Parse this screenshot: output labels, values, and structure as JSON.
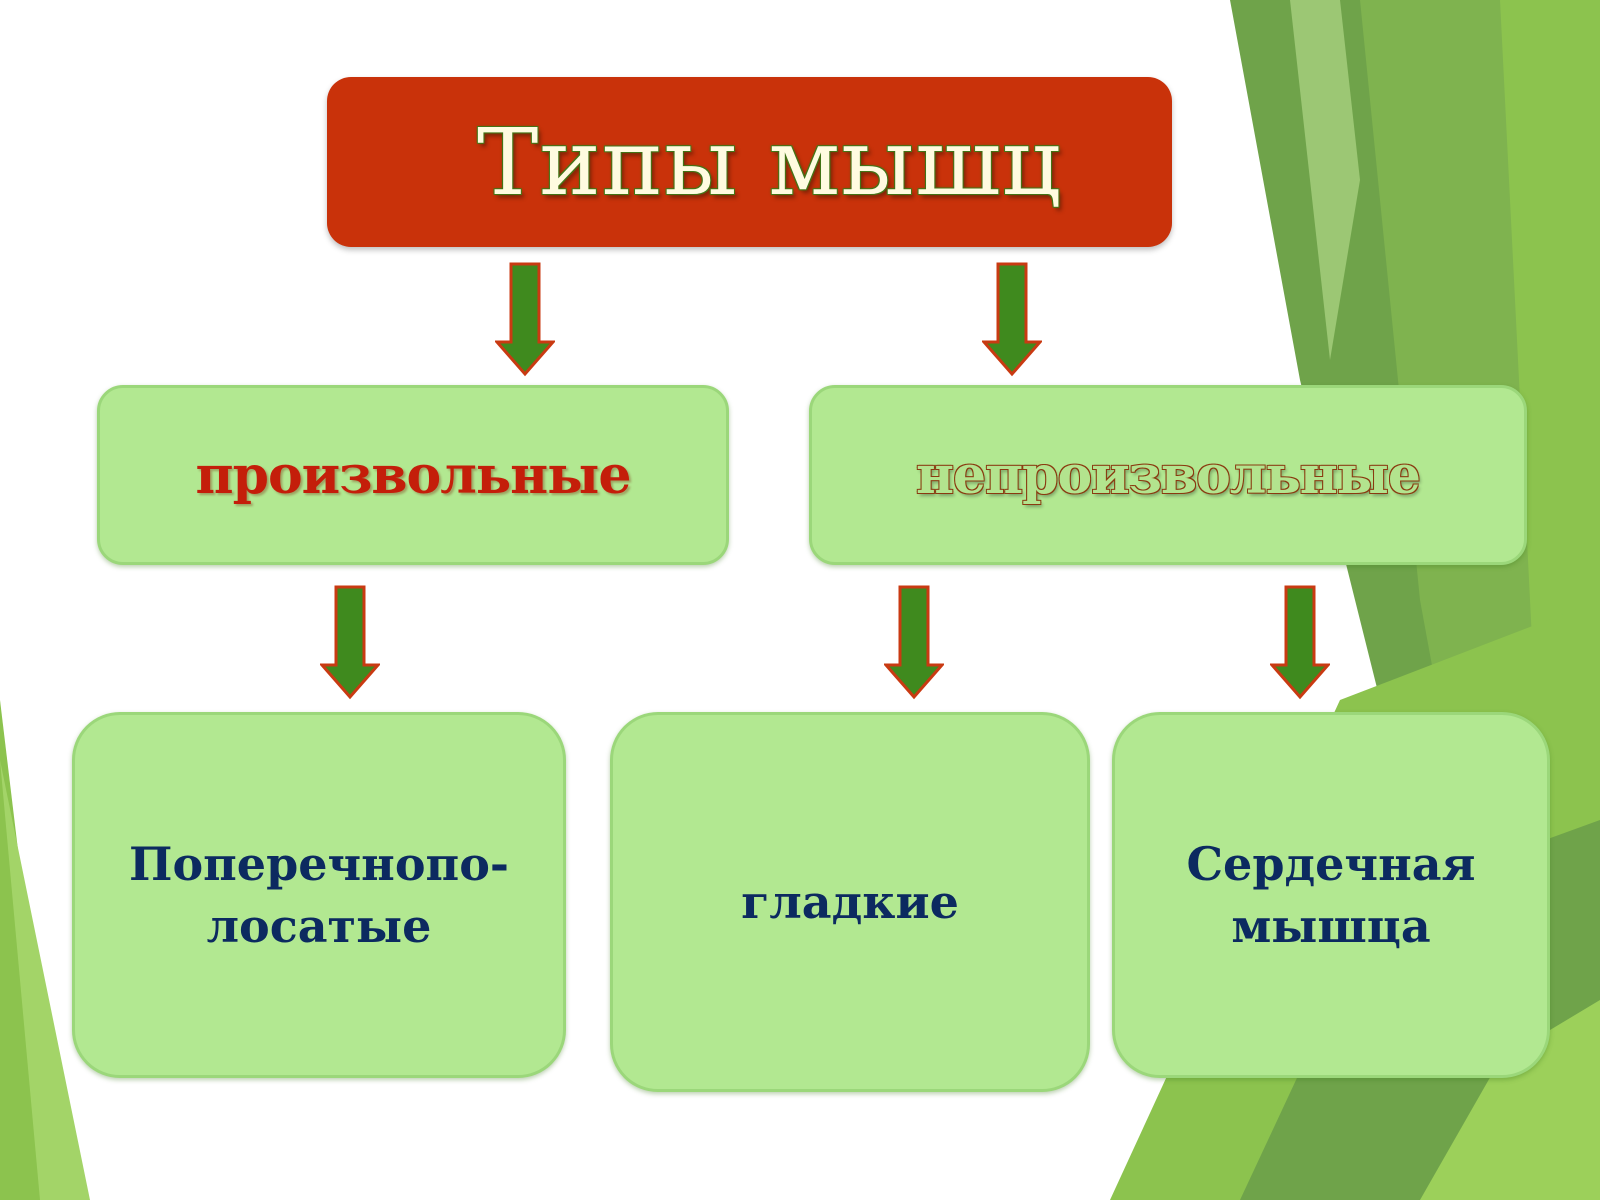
{
  "title": "Типы мышц",
  "categories": {
    "voluntary": "произвольные",
    "involuntary": "непроизвольные"
  },
  "types": {
    "striated": [
      "Поперечнопо-",
      "лосатые"
    ],
    "smooth": [
      "гладкие"
    ],
    "cardiac": [
      "Сердечная",
      "мышца"
    ]
  },
  "colors": {
    "title_bg": "#c9320a",
    "box_fill": "#b2e891",
    "arrow_fill": "#3f8a1e",
    "arrow_outline": "#c93a12",
    "leaf_text": "#0c2a60"
  }
}
